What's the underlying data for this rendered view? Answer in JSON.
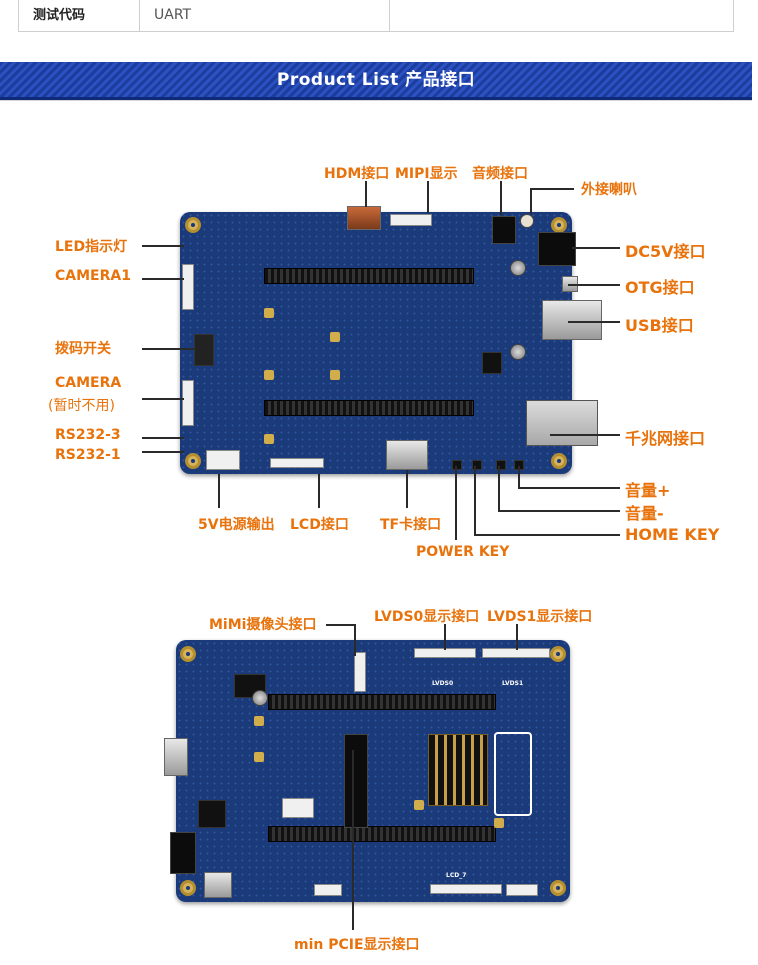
{
  "spec_row": {
    "label": "测试代码",
    "value": "UART",
    "extra": ""
  },
  "banner": {
    "title": "Product List 产品接口"
  },
  "board1": {
    "labels": {
      "hdmi": "HDM接口",
      "mipi": "MIPI显示",
      "audio": "音频接口",
      "speaker": "外接喇叭",
      "led": "LED指示灯",
      "camera1": "CAMERA1",
      "dip_switch": "拨码开关",
      "camera": "CAMERA",
      "camera_note": "(暂时不用)",
      "rs232_3": "RS232-3",
      "rs232_1": "RS232-1",
      "dc5v": "DC5V接口",
      "otg": "OTG接口",
      "usb": "USB接口",
      "gigabit": "千兆网接口",
      "vol_up": "音量+",
      "vol_down": "音量-",
      "home_key": "HOME KEY",
      "power_out": "5V电源输出",
      "lcd": "LCD接口",
      "tf": "TF卡接口",
      "power_key": "POWER KEY"
    }
  },
  "board2": {
    "labels": {
      "mimi_camera": "MiMi摄像头接口",
      "lvds0": "LVDS0显示接口",
      "lvds1": "LVDS1显示接口",
      "min_pcie": "min PCIE显示接口"
    },
    "silk": {
      "lvds0": "LVDS0",
      "lvds1": "LVDS1",
      "lcd": "LCD_7"
    }
  },
  "colors": {
    "label_orange": "#e8730c",
    "banner_blue": "#1d3d9e",
    "board_blue": "#1b3a7a"
  }
}
